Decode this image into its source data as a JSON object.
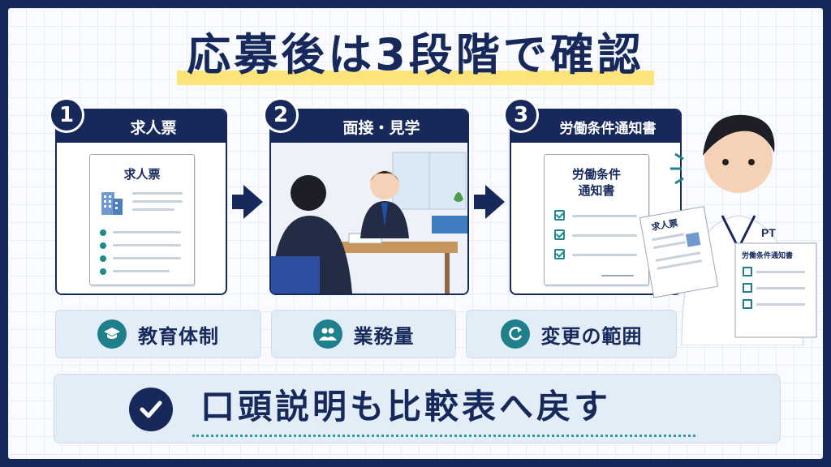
{
  "title": "応募後は3段階で確認",
  "steps": [
    {
      "num": "1",
      "header": "求人票",
      "doc_title": "求人票"
    },
    {
      "num": "2",
      "header": "面接・見学"
    },
    {
      "num": "3",
      "header": "労働条件通知書",
      "doc_title_line1": "労働条件",
      "doc_title_line2": "通知書"
    }
  ],
  "points": [
    {
      "label": "教育体制",
      "icon": "graduation-cap-icon"
    },
    {
      "label": "業務量",
      "icon": "people-icon"
    },
    {
      "label": "変更の範囲",
      "icon": "refresh-icon"
    }
  ],
  "bottom": {
    "text": "口頭説明も比較表へ戻す",
    "icon": "checkmark-icon"
  },
  "person": {
    "badge": "PT",
    "paper1": "求人票",
    "paper2": "労働条件通知書"
  },
  "colors": {
    "navy": "#17295a",
    "teal": "#1f7f8a",
    "highlight": "#fde47a",
    "panel": "#e3edf8"
  }
}
